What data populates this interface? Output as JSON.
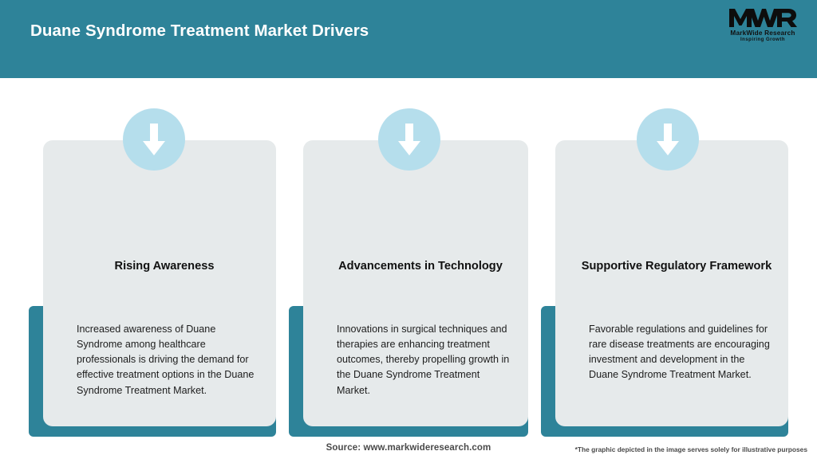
{
  "header": {
    "title": "Duane Syndrome Treatment Market Drivers",
    "bg_color": "#2E8399",
    "title_color": "#FFFFFF"
  },
  "logo": {
    "mark": "MWR",
    "name": "MarkWide Research",
    "tagline": "Inspiring Growth"
  },
  "theme": {
    "teal": "#2E8399",
    "card_gray": "#E6EAEB",
    "icon_circle": "#B5DEEC",
    "arrow": "#FFFFFF"
  },
  "cards": [
    {
      "icon": "arrow-down-icon",
      "title": "Rising Awareness",
      "body": "Increased awareness of Duane Syndrome among healthcare professionals is driving the demand for effective treatment options in the Duane Syndrome Treatment Market."
    },
    {
      "icon": "arrow-down-icon",
      "title": "Advancements in Technology",
      "body": "Innovations in surgical techniques and therapies are enhancing treatment outcomes, thereby propelling growth in the Duane Syndrome Treatment Market."
    },
    {
      "icon": "arrow-down-icon",
      "title": "Supportive Regulatory Framework",
      "body": "Favorable regulations and guidelines for rare disease treatments are encouraging investment and development in the Duane Syndrome Treatment Market."
    }
  ],
  "footer": {
    "source": "Source: www.markwideresearch.com",
    "note": "*The graphic depicted in the image serves solely for illustrative purposes"
  }
}
